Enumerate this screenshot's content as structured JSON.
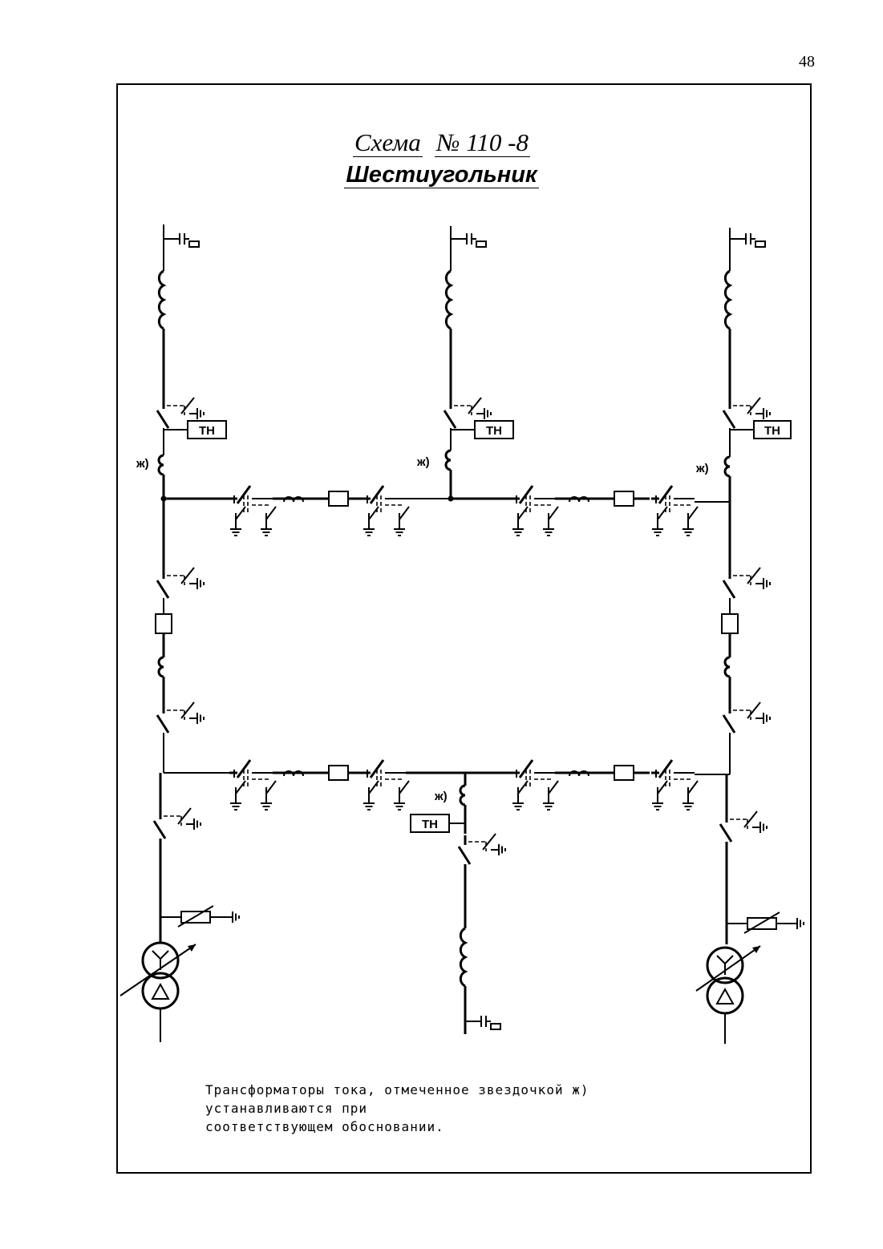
{
  "page_number": "48",
  "title": {
    "scheme_word": "Схема",
    "scheme_number": "№ 110 -8",
    "scheme_name": "Шестиугольник"
  },
  "labels": {
    "voltage_transformer": "ТН",
    "star_mark": "ж)"
  },
  "note": {
    "line1": "Трансформаторы тока, отмеченное звездочкой ж)",
    "line2": "устанавливаются при",
    "line3": "соответствующем обосновании."
  }
}
